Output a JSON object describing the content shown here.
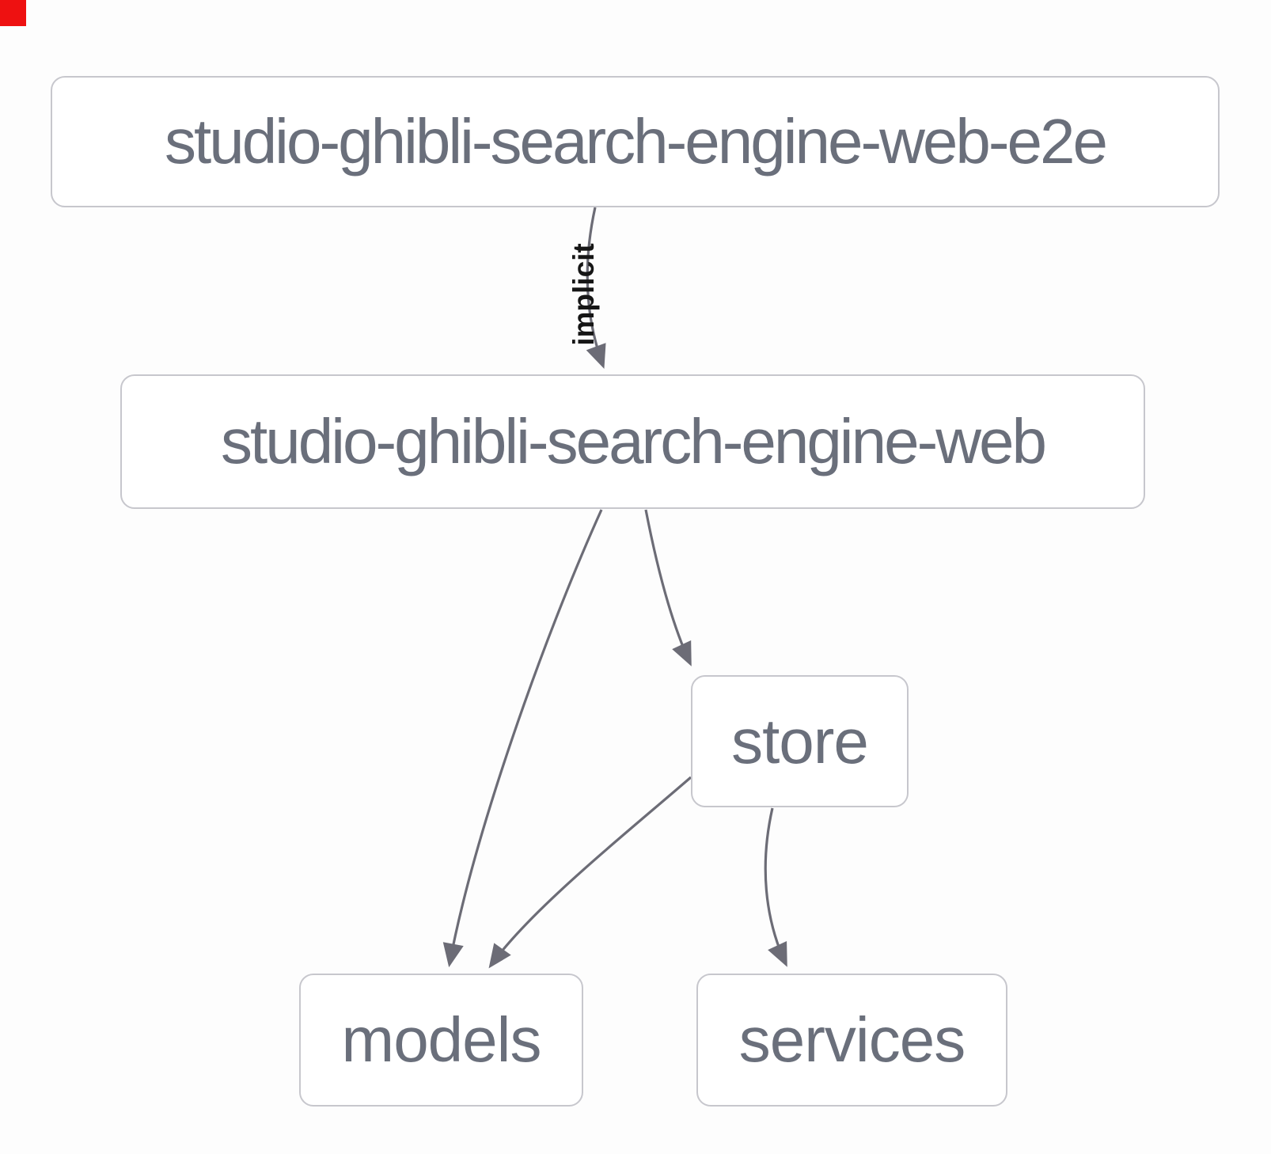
{
  "diagram": {
    "type": "dependency-graph",
    "nodes": [
      {
        "id": "studio-ghibli-search-engine-web-e2e",
        "label": "studio-ghibli-search-engine-web-e2e"
      },
      {
        "id": "studio-ghibli-search-engine-web",
        "label": "studio-ghibli-search-engine-web"
      },
      {
        "id": "store",
        "label": "store"
      },
      {
        "id": "models",
        "label": "models"
      },
      {
        "id": "services",
        "label": "services"
      }
    ],
    "edges": [
      {
        "from": "studio-ghibli-search-engine-web-e2e",
        "to": "studio-ghibli-search-engine-web",
        "label": "implicit"
      },
      {
        "from": "studio-ghibli-search-engine-web",
        "to": "models",
        "label": ""
      },
      {
        "from": "studio-ghibli-search-engine-web",
        "to": "store",
        "label": ""
      },
      {
        "from": "store",
        "to": "models",
        "label": ""
      },
      {
        "from": "store",
        "to": "services",
        "label": ""
      }
    ],
    "colors": {
      "background": "#fdfdfd",
      "node_fill": "#ffffff",
      "node_border": "#c7c7cd",
      "node_text": "#6a6f7b",
      "edge_stroke": "#6c6c76",
      "edge_label_text": "#161616",
      "corner_marker": "#ee1111"
    }
  }
}
